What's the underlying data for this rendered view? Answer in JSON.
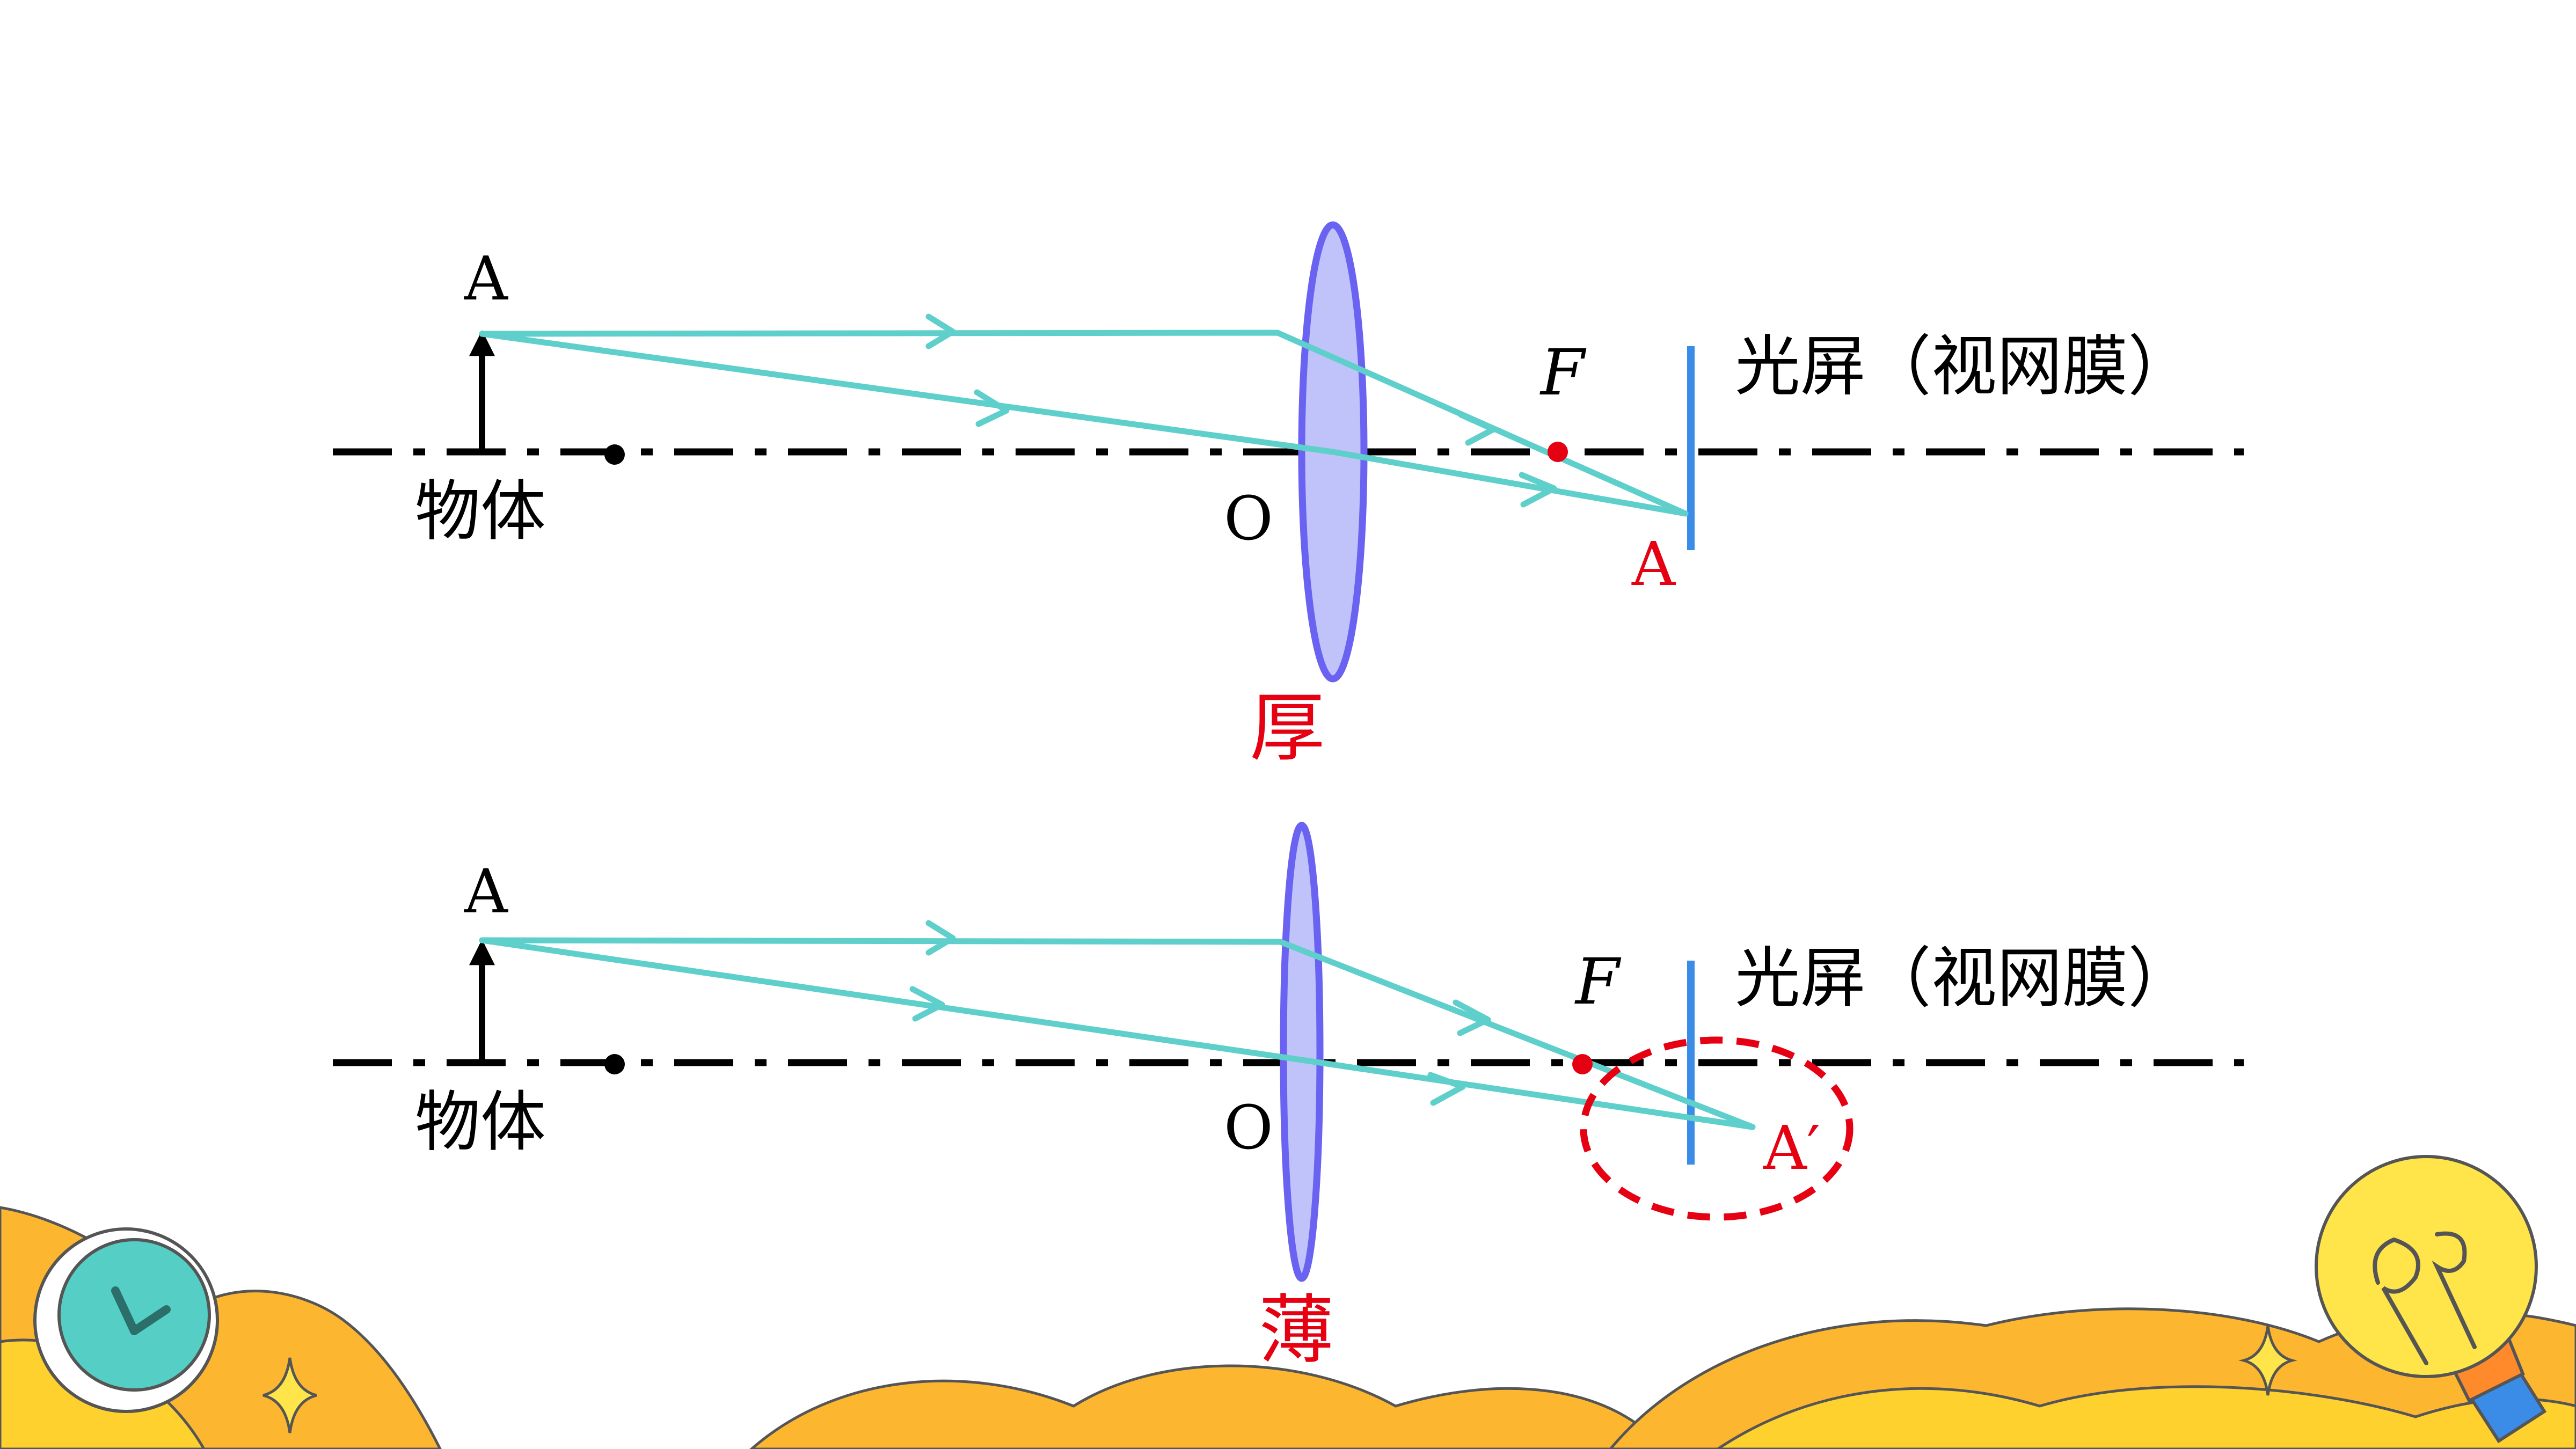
{
  "colors": {
    "axis": "#000000",
    "ray": "#5ECFCB",
    "lens_fill": "#BFC3FA",
    "lens_stroke": "#6A62F0",
    "screen": "#3A8CE6",
    "focus": "#E50012",
    "red_text": "#E50012",
    "circle": "#E50012",
    "orange_wave": "#FDB630",
    "yellow_wave": "#FFD12E",
    "clock_teal": "#55CFC6",
    "bulb_yellow": "#FFE54A"
  },
  "diagrams": [
    {
      "id": "thick",
      "object_label": "物体",
      "point_a": "A",
      "center_label": "O",
      "focus_label": "F",
      "screen_label": "光屏（视网膜）",
      "lens_label": "厚",
      "image_label": "A"
    },
    {
      "id": "thin",
      "object_label": "物体",
      "point_a": "A",
      "center_label": "O",
      "focus_label": "F",
      "screen_label": "光屏（视网膜）",
      "lens_label": "薄",
      "image_label": "A′"
    }
  ],
  "decor": {
    "clock_icon": "clock-icon",
    "bulb_icon": "light-bulb-icon",
    "sparkle_icon": "sparkle-icon"
  }
}
